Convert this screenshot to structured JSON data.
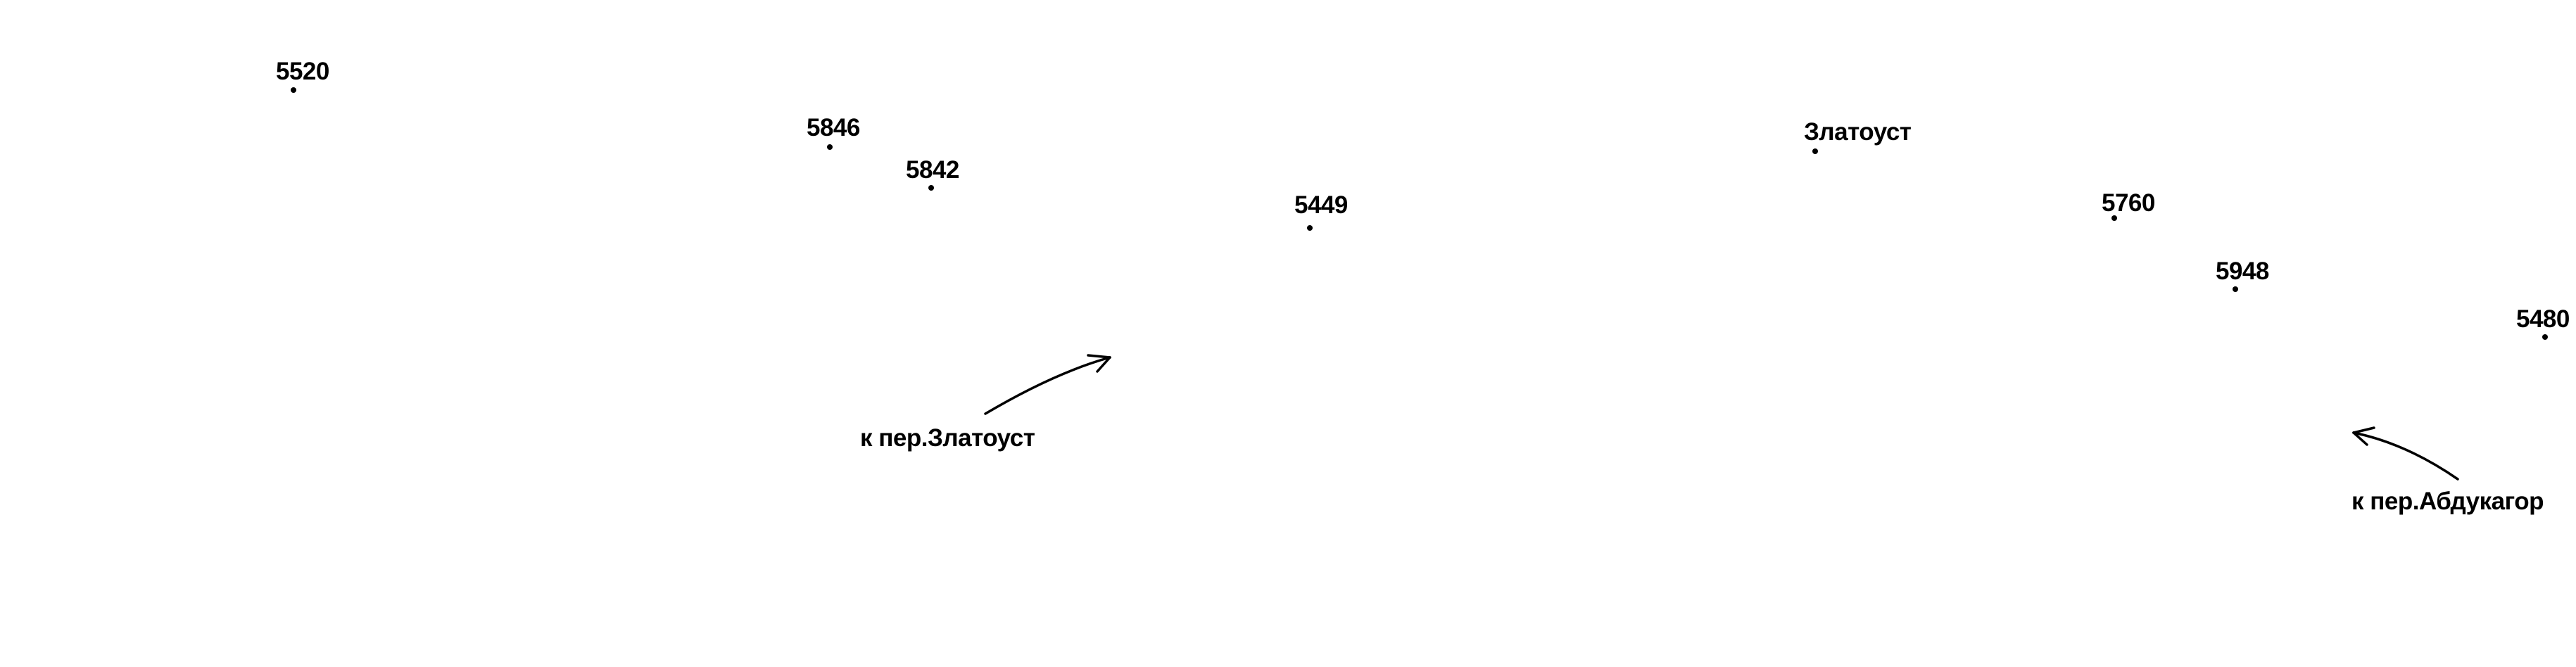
{
  "map": {
    "elevation_points": [
      {
        "label": "5520"
      },
      {
        "label": "5846"
      },
      {
        "label": "5842"
      },
      {
        "label": "5449"
      },
      {
        "label": "5760"
      },
      {
        "label": "5948"
      },
      {
        "label": "5480"
      }
    ],
    "pass_point": {
      "label": "Златоуст"
    },
    "directions": [
      {
        "label": "к пер.Златоуст"
      },
      {
        "label": "к пер.Абдукагор"
      }
    ],
    "colors": {
      "background": "#ffffff",
      "ink": "#000000"
    }
  }
}
